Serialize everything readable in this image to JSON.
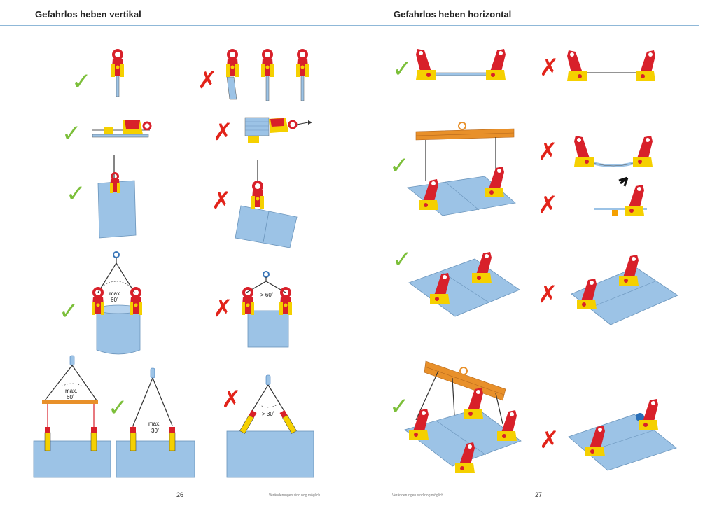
{
  "left_page": {
    "heading": "Gefahrlos heben vertikal",
    "page_number": "26",
    "footer_note": "Veränderungen sind nog möglich."
  },
  "right_page": {
    "heading": "Gefahrlos heben horizontal",
    "page_number": "27",
    "footer_note": "Veränderungen sind nog möglich."
  },
  "angle_labels": {
    "max": "max.",
    "deg60": "60˚",
    "gt60": "> 60˚",
    "deg30": "30˚",
    "gt30": "> 30˚"
  },
  "symbols": {
    "ok": "✓",
    "wrong": "✗"
  },
  "colors": {
    "clamp_red": "#d8202a",
    "clamp_yellow": "#f5d000",
    "plate_blue": "#9cc3e6",
    "beam_orange": "#e8902a",
    "check_green": "#7cbf3a",
    "cross_red": "#e2231a",
    "rule_blue": "#8fb8d8"
  }
}
